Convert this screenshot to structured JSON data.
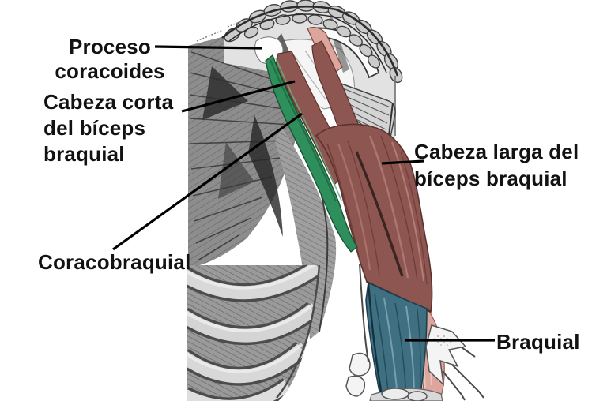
{
  "labels": {
    "proceso_coracoides": {
      "line1": "Proceso",
      "line2": "coracoides"
    },
    "cabeza_corta": {
      "line1": "Cabeza corta",
      "line2": "del bíceps",
      "line3": "braquial"
    },
    "coracobraquial": {
      "text": "Coracobraquial"
    },
    "cabeza_larga": {
      "line1": "Cabeza larga del",
      "line2": "bíceps braquial"
    },
    "braquial": {
      "text": "Braquial"
    }
  },
  "colors": {
    "short_head_green": "#2f8f5c",
    "long_head_red": "#8e5650",
    "brachialis_blue": "#3f7082",
    "tendon_pink": "#dca69d",
    "label_text": "#121212",
    "leader_line": "#000000"
  }
}
